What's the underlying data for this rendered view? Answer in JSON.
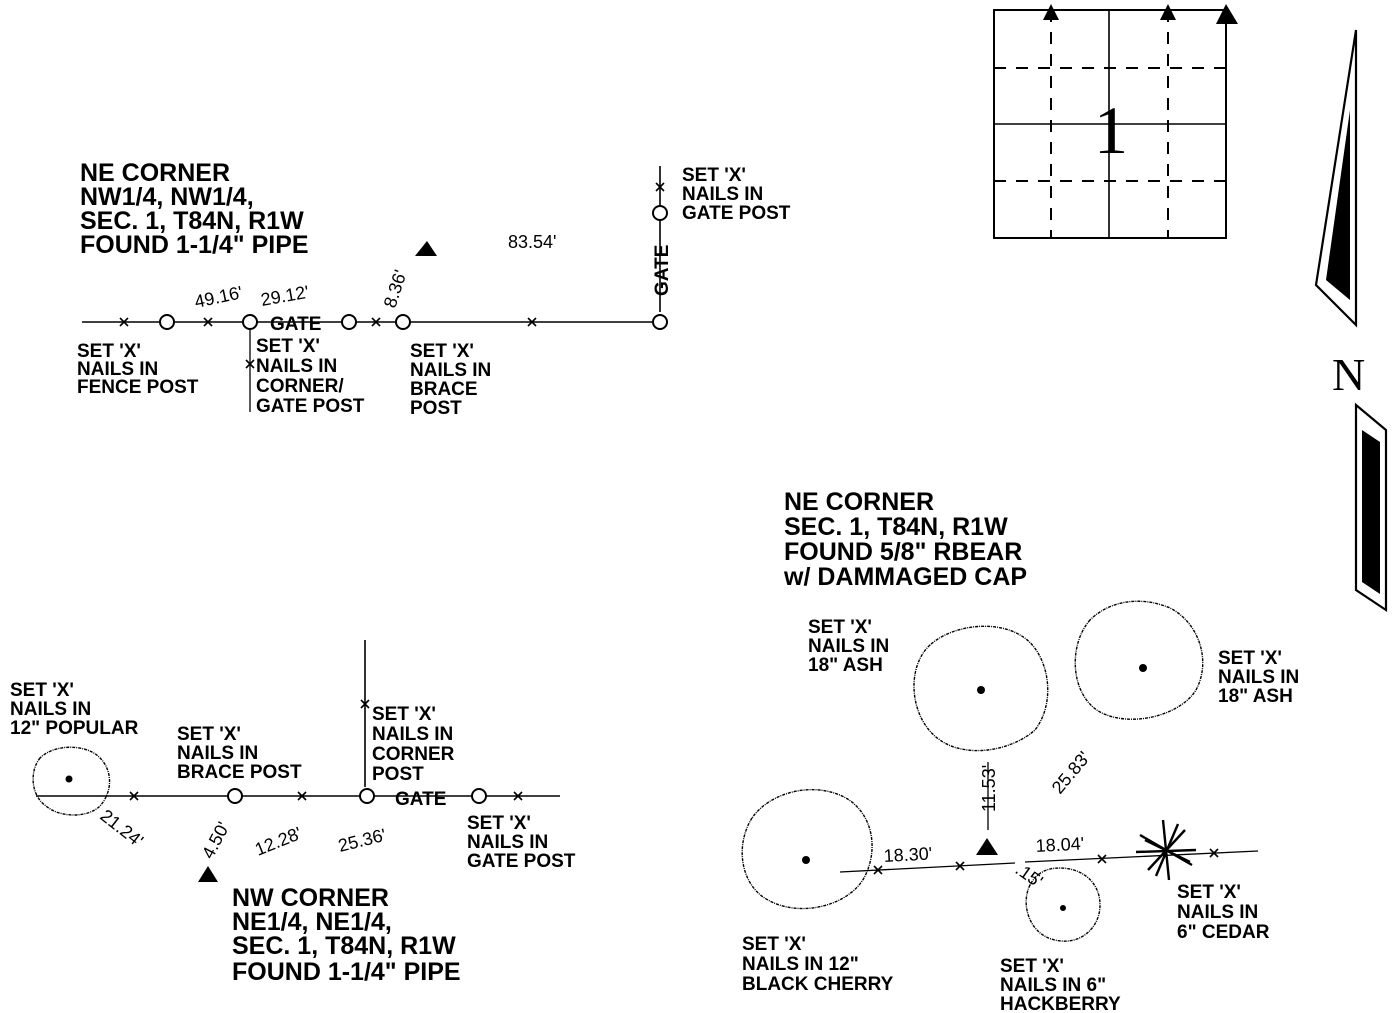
{
  "corners": {
    "c1_title": [
      "NE CORNER",
      "NW1/4, NW1/4,",
      "SEC. 1, T84N, R1W",
      "FOUND 1-1/4\" PIPE"
    ],
    "c2_title": [
      "NE CORNER",
      "SEC. 1, T84N, R1W",
      "FOUND 5/8\" RBEAR",
      "w/ DAMMAGED CAP"
    ],
    "c3_title": [
      "NW CORNER",
      "NE1/4, NE1/4,",
      "SEC. 1, T84N, R1W",
      "FOUND 1-1/4\" PIPE"
    ]
  },
  "witness_notes": {
    "fence_post": [
      "SET 'X'",
      "NAILS IN",
      "FENCE POST"
    ],
    "corner_gate_post": [
      "SET 'X'",
      "NAILS IN",
      "CORNER/",
      "GATE POST"
    ],
    "brace_post_1": [
      "SET 'X'",
      "NAILS IN",
      "BRACE",
      "POST"
    ],
    "gate_post_1": [
      "SET 'X'",
      "NAILS IN",
      "GATE POST"
    ],
    "popular": [
      "SET 'X'",
      "NAILS IN",
      "12\" POPULAR"
    ],
    "brace_post_2": [
      "SET 'X'",
      "NAILS IN",
      "BRACE POST"
    ],
    "corner_post": [
      "SET 'X'",
      "NAILS IN",
      "CORNER",
      "POST"
    ],
    "gate_post_2": [
      "SET 'X'",
      "NAILS IN",
      "GATE POST"
    ],
    "ash_left": [
      "SET 'X'",
      "NAILS IN",
      "18\" ASH"
    ],
    "ash_right": [
      "SET 'X'",
      "NAILS IN",
      "18\" ASH"
    ],
    "black_cherry": [
      "SET 'X'",
      "NAILS IN 12\"",
      "BLACK CHERRY"
    ],
    "hackberry": [
      "SET 'X'",
      "NAILS IN 6\"",
      "HACKBERRY"
    ],
    "cedar": [
      "SET 'X'",
      "NAILS IN",
      "6\" CEDAR"
    ]
  },
  "gate_labels": {
    "gate_1": "GATE",
    "gate_vertical": "GATE",
    "gate_2": "GATE"
  },
  "distances": {
    "d_49_16": "49.16'",
    "d_29_12": "29.12'",
    "d_8_36": "8.36'",
    "d_83_54": "83.54'",
    "d_21_24": "21.24'",
    "d_4_50": "4.50'",
    "d_12_28": "12.28'",
    "d_25_36": "25.36'",
    "d_11_53": "11.53'",
    "d_25_83": "25.83'",
    "d_18_30": "18.30'",
    "d_18_04": "18.04'",
    "d_15": ".15'"
  },
  "section_map": {
    "number": "1"
  },
  "north_arrow": {
    "letter": "N"
  }
}
